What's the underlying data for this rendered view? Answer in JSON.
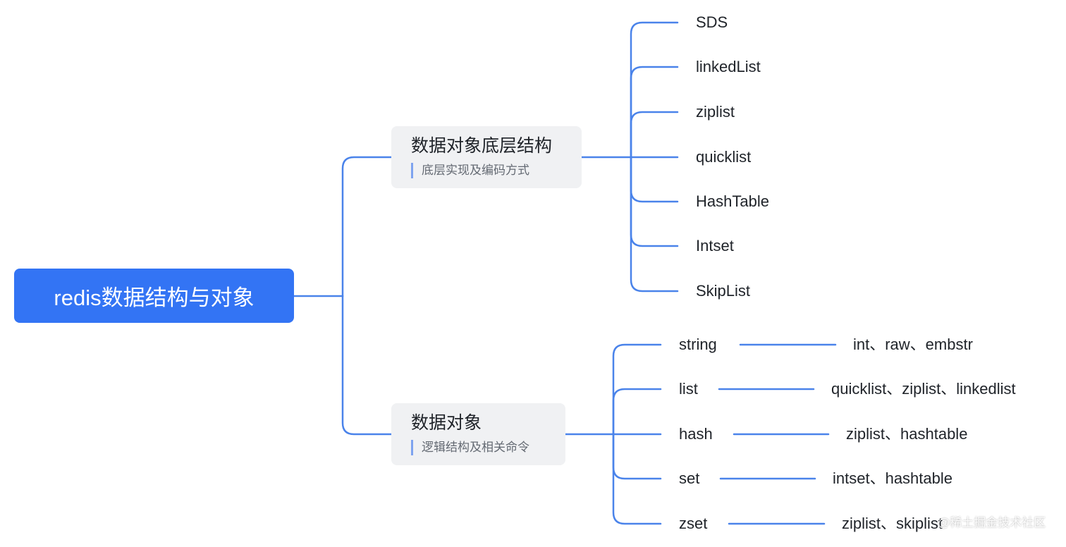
{
  "root": {
    "title": "redis数据结构与对象"
  },
  "branches": [
    {
      "title": "数据对象底层结构",
      "note": "底层实现及编码方式",
      "children": [
        "SDS",
        "linkedList",
        "ziplist",
        "quicklist",
        "HashTable",
        "Intset",
        "SkipList"
      ]
    },
    {
      "title": "数据对象",
      "note": "逻辑结构及相关命令",
      "children": [
        {
          "name": "string",
          "encoding": "int、raw、embstr"
        },
        {
          "name": "list",
          "encoding": "quicklist、ziplist、linkedlist"
        },
        {
          "name": "hash",
          "encoding": "ziplist、hashtable"
        },
        {
          "name": "set",
          "encoding": "intset、hashtable"
        },
        {
          "name": "zset",
          "encoding": "ziplist、skiplist"
        }
      ]
    }
  ],
  "watermark": "@稀土掘金技术社区",
  "colors": {
    "root_fill": "#3374f4",
    "branch_fill": "#f0f1f3",
    "connector": "#4a83ea",
    "note_bar": "#7ea3ef"
  }
}
